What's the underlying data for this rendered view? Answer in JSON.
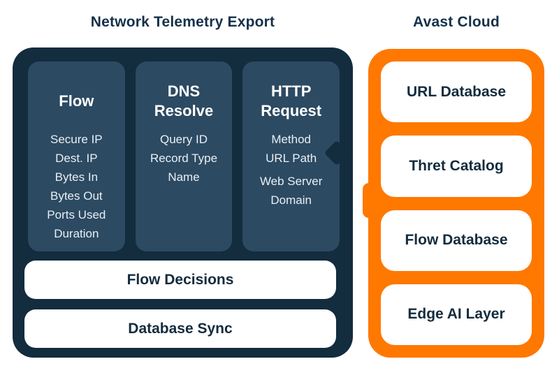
{
  "titles": {
    "left": "Network Telemetry Export",
    "right": "Avast Cloud"
  },
  "telemetry": {
    "columns": [
      {
        "heading": "Flow",
        "items": [
          "Secure IP",
          "Dest. IP",
          "Bytes In",
          "Bytes Out",
          "Ports Used",
          "Duration"
        ]
      },
      {
        "heading": "DNS Resolve",
        "items": [
          "Query ID",
          "Record Type",
          "Name"
        ]
      },
      {
        "heading": "HTTP Request",
        "items": [
          "Method",
          "URL Path",
          "Web Server Domain"
        ]
      }
    ],
    "bars": [
      "Flow Decisions",
      "Database Sync"
    ]
  },
  "cloud": {
    "cards": [
      "URL Database",
      "Thret Catalog",
      "Flow Database",
      "Edge AI Layer"
    ]
  },
  "colors": {
    "panel_navy": "#132c3e",
    "column_navy": "#2c4a62",
    "accent_orange": "#ff7800",
    "light_text": "#e9eff4",
    "dark_text": "#132c3e",
    "card_white": "#ffffff"
  }
}
